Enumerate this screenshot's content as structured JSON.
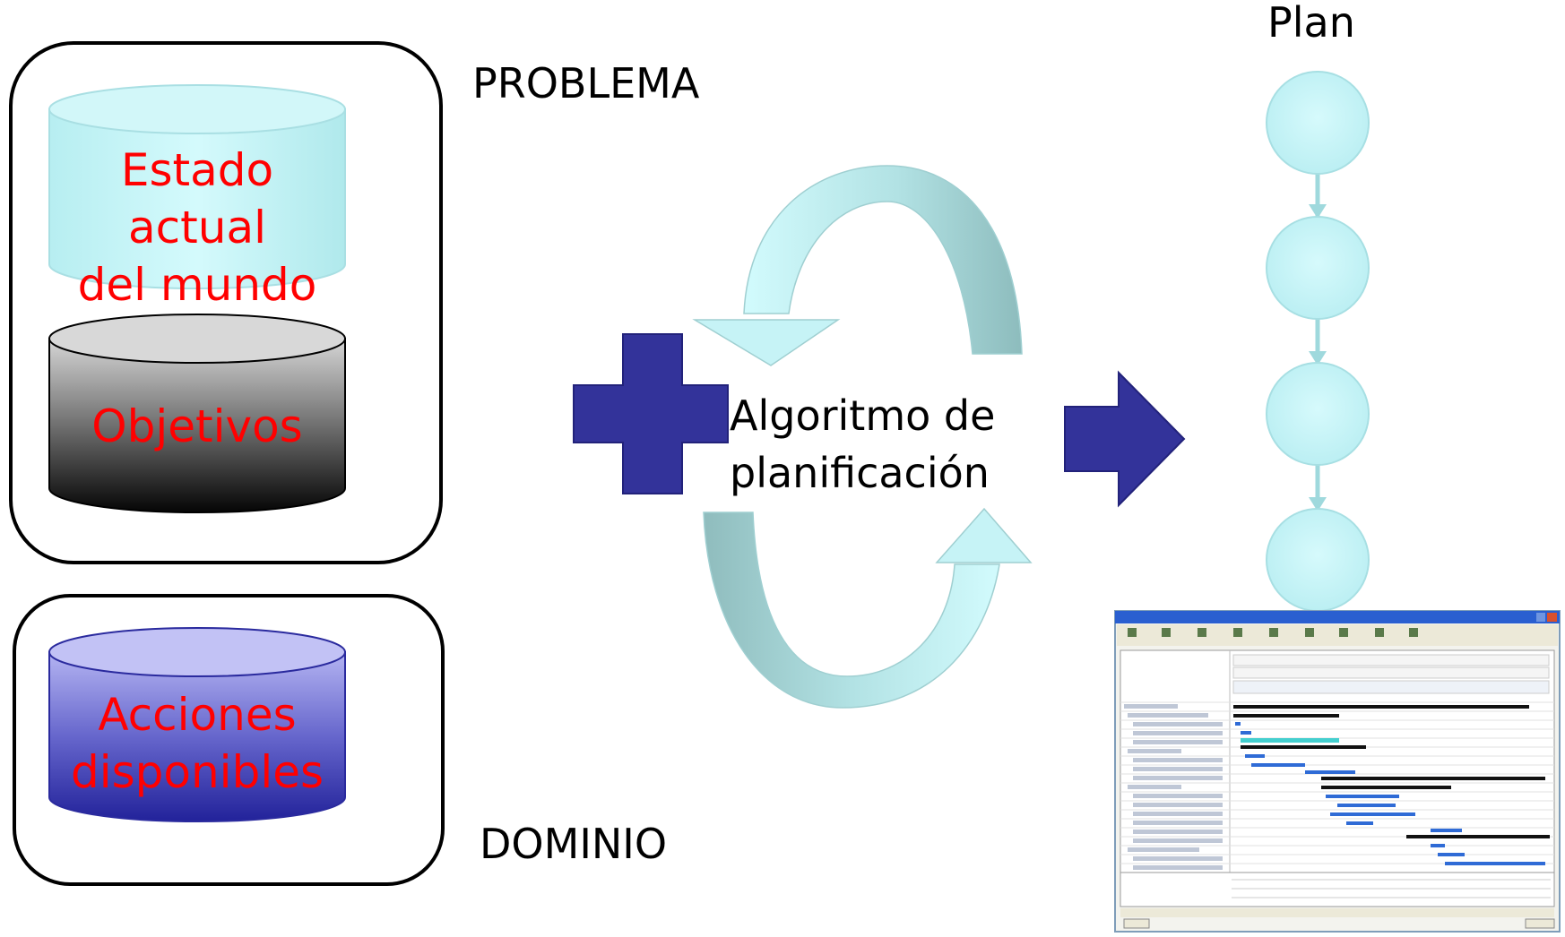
{
  "labels": {
    "problema": "PROBLEMA",
    "dominio": "DOMINIO",
    "plan": "Plan",
    "algoritmo_line1": "Algoritmo de",
    "algoritmo_line2": "planificación"
  },
  "cylinders": {
    "estado": {
      "line1": "Estado actual",
      "line2": "del mundo"
    },
    "objetivos": {
      "line1": "Objetivos"
    },
    "acciones": {
      "line1": "Acciones",
      "line2": "disponibles"
    }
  },
  "plan_steps": 4,
  "colors": {
    "cylinder_text": "#ff0000",
    "navy": "#33339a",
    "plan_node": "#c7f5f9",
    "arrow_light": "#c6f3f6",
    "arrow_dark": "#8fbcbd",
    "cylinder_cyan": "#c4f3f6",
    "cylinder_blue": "#2a2a9e"
  },
  "icons": {
    "plus": "plus-icon",
    "right_arrow": "right-arrow-icon",
    "cycle": "cycle-arrows-icon"
  }
}
